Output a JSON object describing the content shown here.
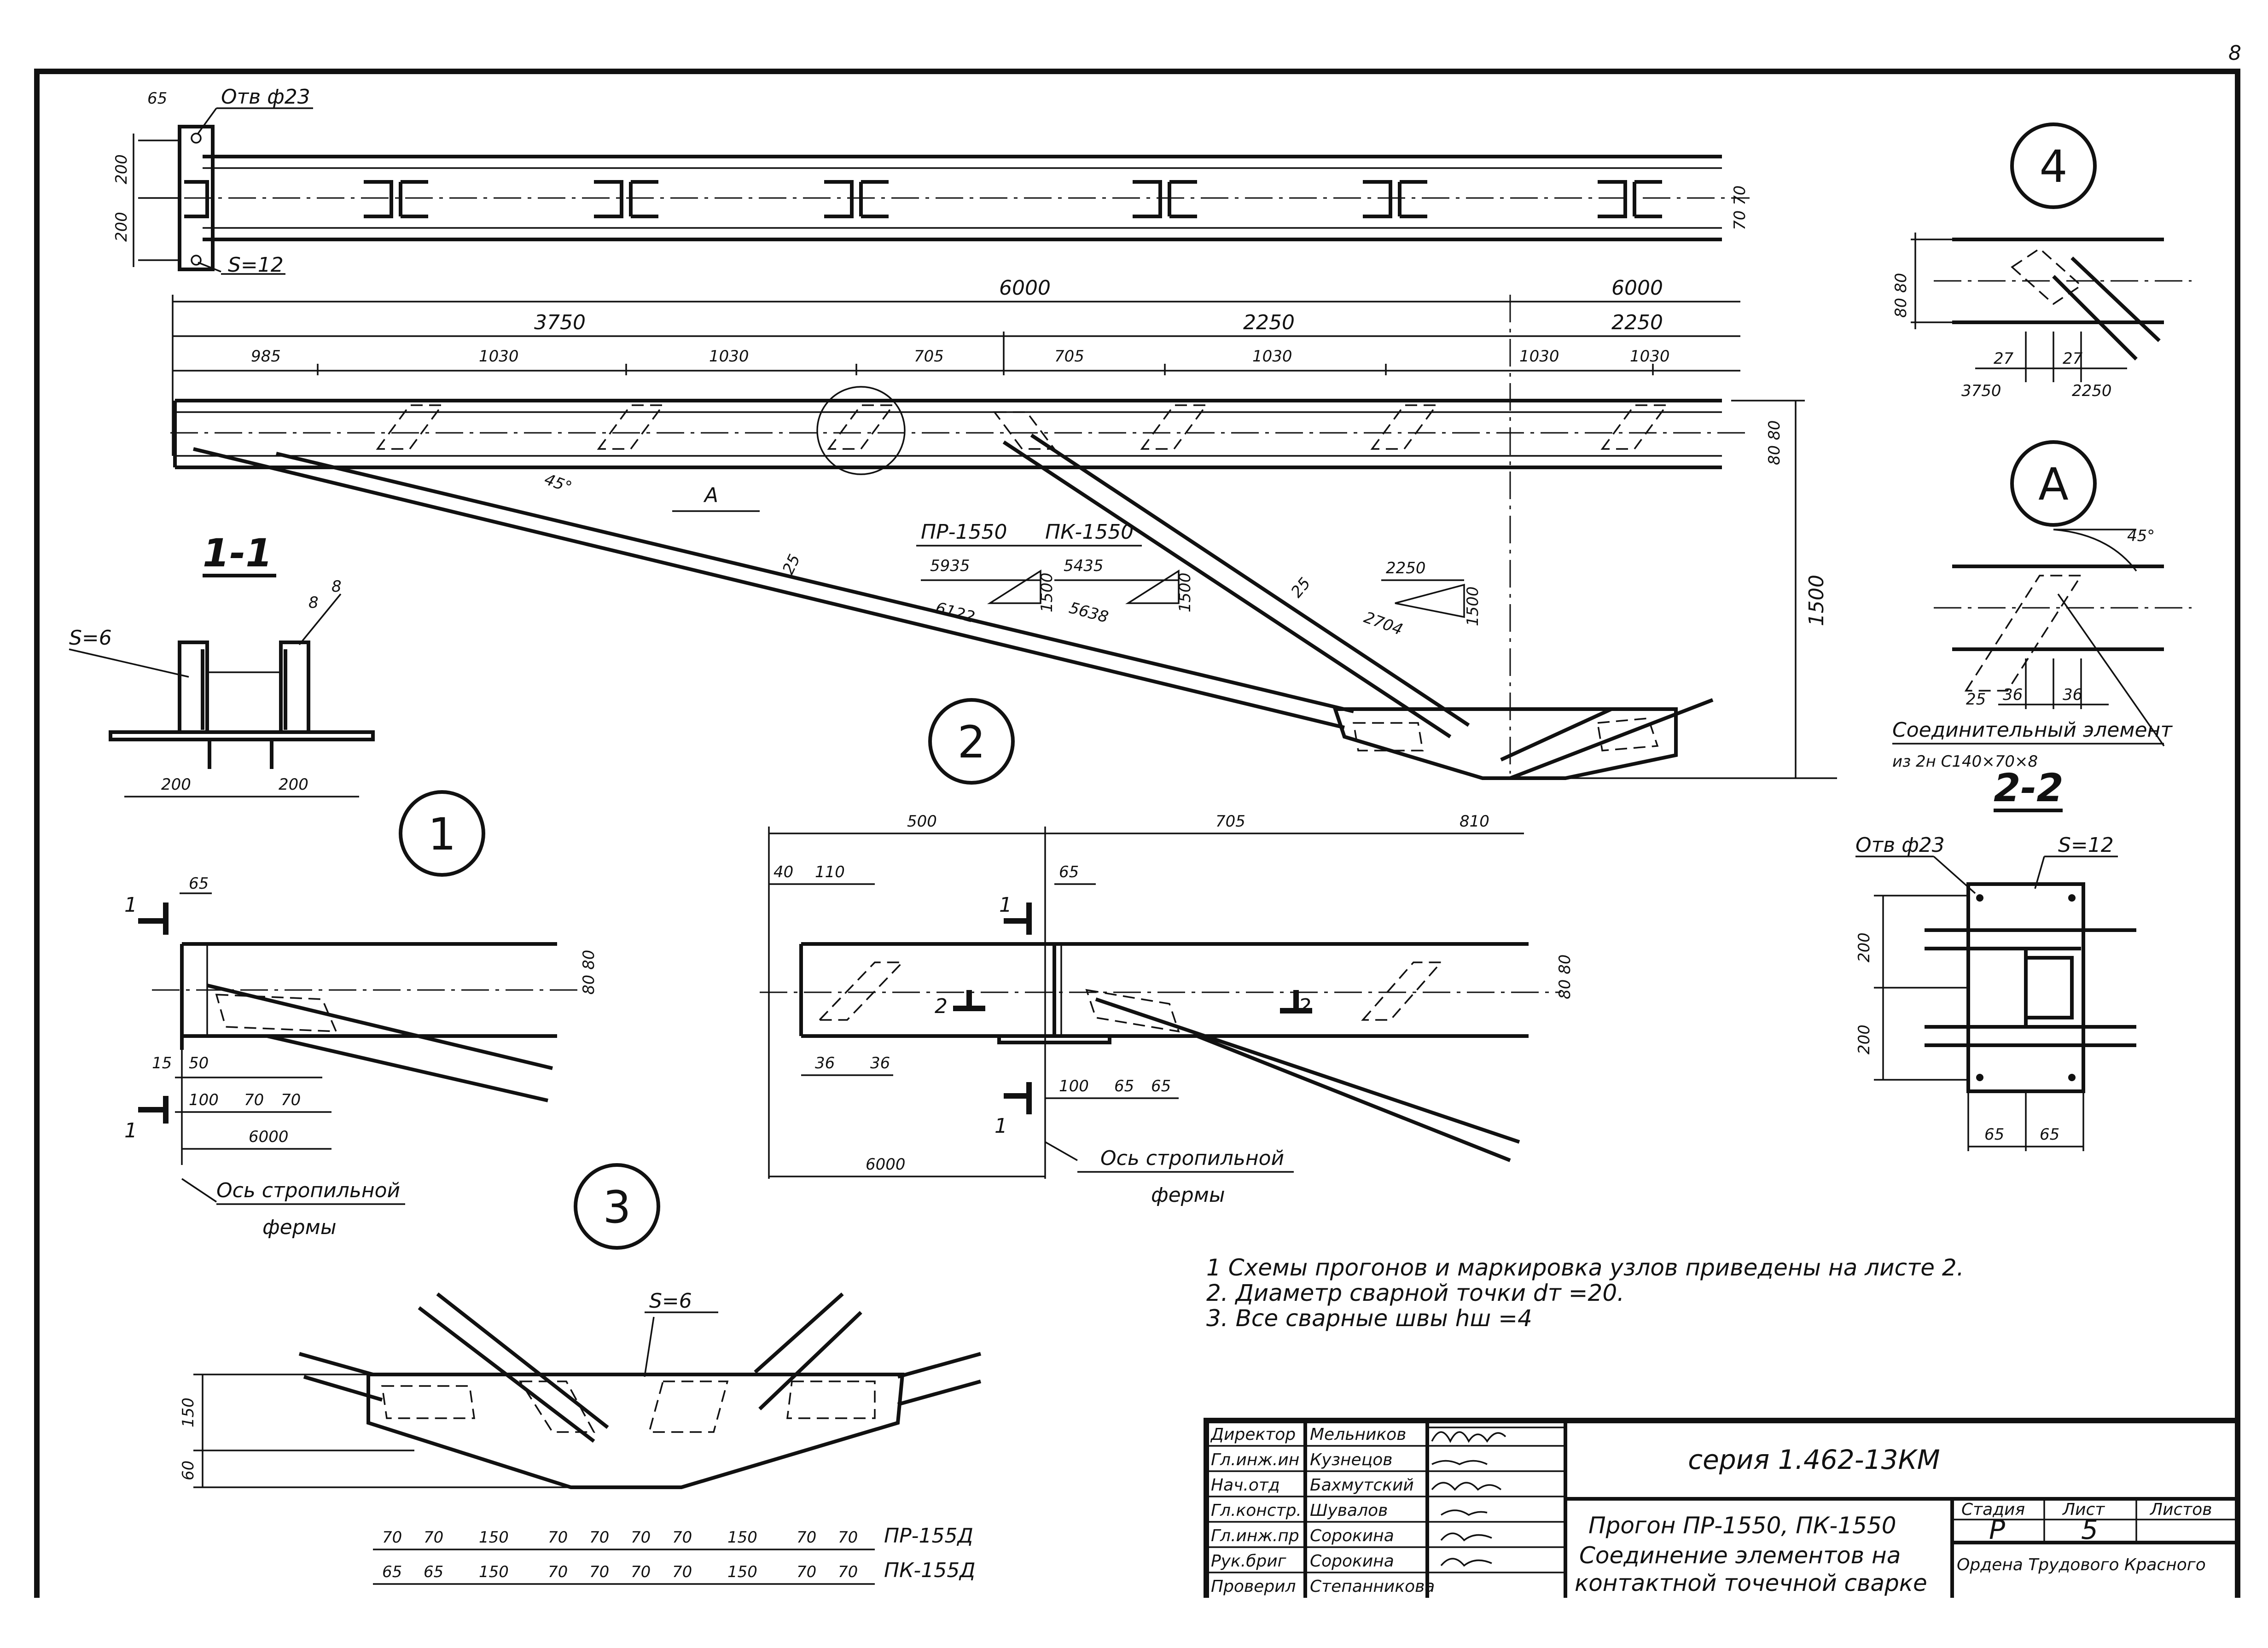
{
  "sheet_corner": "8",
  "top_view": {
    "hole_label": "Отв ф23",
    "dim_65": "65",
    "plate_label": "S=12",
    "dim_left_1": "200",
    "dim_left_2": "200",
    "dim_right": "70 70"
  },
  "overall_dims": {
    "span_left": "6000",
    "span_right": "6000",
    "seg_3750": "3750",
    "seg_2250a": "2250",
    "seg_2250b": "2250",
    "row": [
      "985",
      "1030",
      "1030",
      "705",
      "705",
      "1030",
      "1030",
      "1030"
    ]
  },
  "elevation": {
    "depth": "80 80",
    "height": "1500",
    "angle": "45°",
    "label_a": "А",
    "brace_tag_1": "25",
    "brace_tag_2": "25",
    "table": {
      "h1": "ПР-1550",
      "h2": "ПК-1550",
      "r1c1": "5935",
      "r1c2": "5435",
      "r2c1": "6122",
      "r2c2": "5638",
      "v1": "1500",
      "v2": "1500"
    },
    "tri": {
      "a": "2250",
      "b": "2704",
      "c": "1500"
    }
  },
  "section_1_1": {
    "title": "1-1",
    "plate": "S=6",
    "weld": "8",
    "weld2": "8",
    "dim_a": "200",
    "dim_b": "200"
  },
  "bubbles": {
    "b1": "1",
    "b2": "2",
    "b3": "3",
    "b4": "4",
    "bA": "А"
  },
  "detail_1": {
    "dims_top": "65",
    "cut": "1",
    "cut2": "1",
    "d15": "15",
    "d50": "50",
    "d100": "100",
    "d70a": "70",
    "d70b": "70",
    "d6000": "6000",
    "depth": "80 80",
    "axis": "Ось стропильной",
    "axis2": "фермы"
  },
  "detail_2": {
    "d500": "500",
    "d705": "705",
    "d810": "810",
    "d40": "40",
    "d110": "110",
    "d65": "65",
    "d36a": "36",
    "d36b": "36",
    "d100": "100",
    "d65a": "65",
    "d65b": "65",
    "d6000": "6000",
    "cut": "1",
    "cut2": "1",
    "sec2": "2",
    "sec2b": "2",
    "depth": "80 80",
    "axis": "Ось стропильной",
    "axis2": "фермы"
  },
  "detail_3": {
    "plate": "S=6",
    "d150": "150",
    "d60": "60",
    "row_pr": [
      "70",
      "70",
      "150",
      "70",
      "70",
      "70",
      "70",
      "150",
      "70",
      "70"
    ],
    "row_pk": [
      "65",
      "65",
      "150",
      "70",
      "70",
      "70",
      "70",
      "150",
      "70",
      "70"
    ],
    "lbl_pr": "ПР-155Д",
    "lbl_pk": "ПК-155Д"
  },
  "detail_4": {
    "depth": "80 80",
    "d27a": "27",
    "d27b": "27",
    "d3750": "3750",
    "d2250": "2250"
  },
  "detail_a": {
    "angle": "45°",
    "d25": "25",
    "d36a": "36",
    "d36b": "36",
    "conn": "Соединительный элемент",
    "conn2": "из 2н С140×70×8"
  },
  "section_2_2": {
    "title": "2-2",
    "hole": "Отв ф23",
    "plate": "S=12",
    "d200a": "200",
    "d200b": "200",
    "d65a": "65",
    "d65b": "65"
  },
  "notes": [
    "1 Схемы   прогонов и маркировка узлов приведены на листе 2.",
    "2. Диаметр   сварной  точки  dт =20.",
    "3. Все сварные  швы  hш =4"
  ],
  "title_block": {
    "roles": [
      "Директор",
      "Гл.инж.ин",
      "Нач.отд",
      "Гл.констр.",
      "Гл.инж.пр",
      "Рук.бриг",
      "Проверил"
    ],
    "names": [
      "Мельников",
      "Кузнецов",
      "Бахмутский",
      "Шувалов",
      "Сорокина",
      "Сорокина",
      "Степанникова"
    ],
    "series": "серия  1.462-13КМ",
    "desc1": "Прогон  ПР-1550, ПК-1550",
    "desc2": "Соединение элементов на",
    "desc3": "контактной точечной сварке",
    "stage_h": "Стадия",
    "sheet_h": "Лист",
    "sheets_h": "Листов",
    "stage_v": "Р",
    "sheet_v": "5",
    "org": "Ордена  Трудового Красного"
  }
}
